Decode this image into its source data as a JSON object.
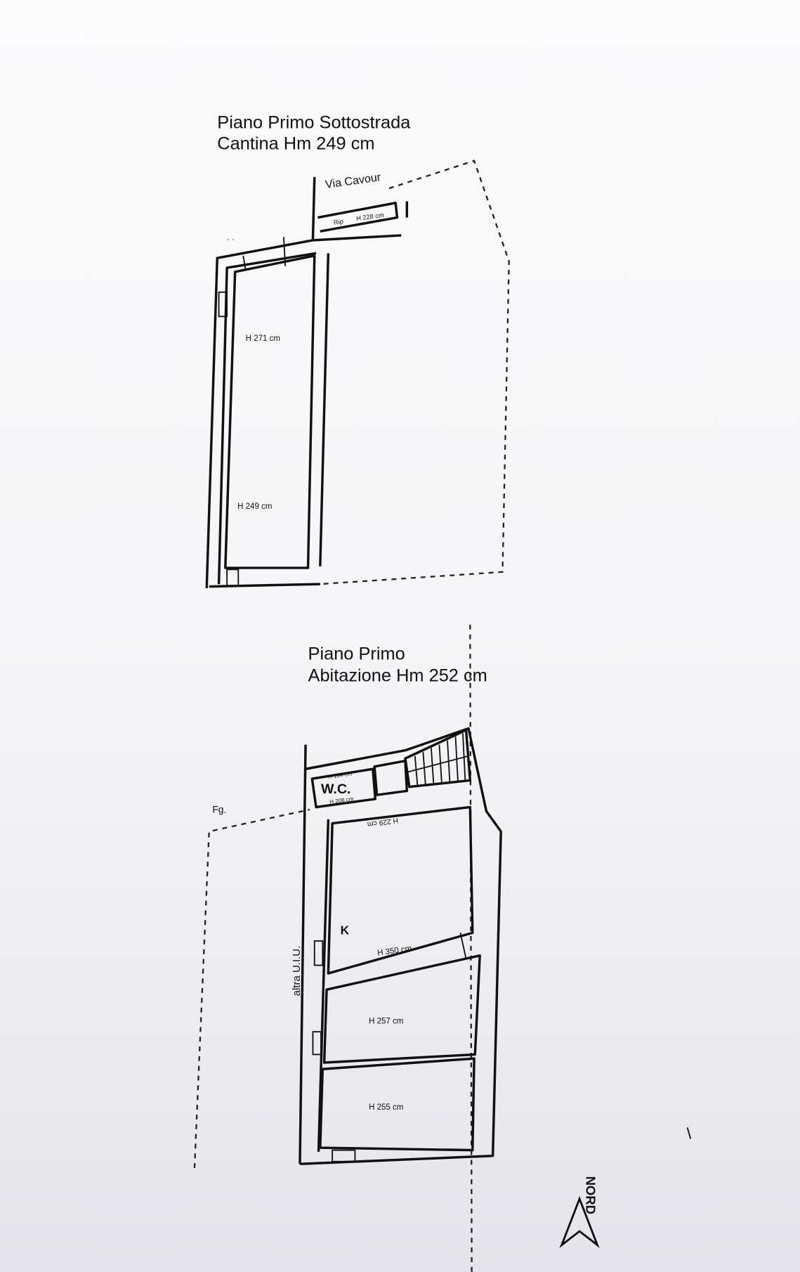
{
  "plan_top": {
    "title": "Piano Primo Sottostrada",
    "subtitle": "Cantina Hm 249 cm",
    "street": "Via Cavour",
    "rip_label": "Rip",
    "rip_height": "H 228 cm",
    "room_height_1": "H 271 cm",
    "room_height_2": "H 249 cm"
  },
  "plan_bottom": {
    "title": "Piano Primo",
    "subtitle": "Abitazione Hm 252 cm",
    "wc_label": "W.C.",
    "wc_height_top": "H 184 cm",
    "wc_height_bottom": "H 208 cm",
    "hall_height": "H 229 cm",
    "kitchen_label": "K",
    "kitchen_height": "H 350 cm",
    "room_height_2": "H 257 cm",
    "room_height_3": "H 255 cm",
    "side_label": "altra U.I.U.",
    "fg_label": "Fg."
  },
  "north": {
    "label": "NORD"
  }
}
